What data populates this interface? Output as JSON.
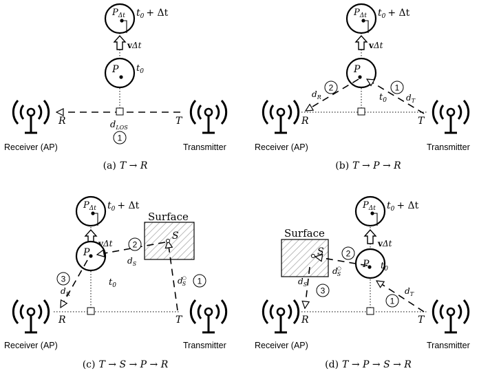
{
  "colors": {
    "ink": "#000000",
    "surface_hatch": "#bbbbbb",
    "background": "#ffffff"
  },
  "icons": [
    "antenna-icon",
    "arrow-icon",
    "point-marker"
  ],
  "common": {
    "receiver_label": "Receiver (AP)",
    "transmitter_label": "Transmitter",
    "P_dt": "P",
    "P_dt_sub": "Δt",
    "P": "P",
    "t0_dt": "t",
    "t0_dt_rest": "0",
    "t0_plus": "+ Δt",
    "vdt_bold": "v",
    "vdt_rest": "Δt",
    "t0": "t",
    "t0_sub": "0",
    "R": "R",
    "T": "T",
    "S": "S",
    "surface": "Surface"
  },
  "panels": {
    "a": {
      "caption_prefix": "(a)",
      "caption_math": "T → R",
      "d_los": "d",
      "d_los_sub": "LOS",
      "num1": "1"
    },
    "b": {
      "caption_prefix": "(b)",
      "caption_math": "T → P → R",
      "d_R": "d",
      "d_R_sub": "R",
      "d_T": "d",
      "d_T_sub": "T",
      "num1": "1",
      "num2": "2"
    },
    "c": {
      "caption_prefix": "(c)",
      "caption_math": "T → S → P → R",
      "d_R": "d",
      "d_R_sub": "R",
      "d_S": "d",
      "d_S_sub": "S",
      "d_So": "d",
      "d_So_sub": "S",
      "d_So_sup": "○",
      "num1": "1",
      "num2": "2",
      "num3": "3"
    },
    "d": {
      "caption_prefix": "(d)",
      "caption_math": "T → P → S → R",
      "d_T": "d",
      "d_T_sub": "T",
      "d_S": "d",
      "d_S_sub": "S",
      "d_So": "d",
      "d_So_sub": "S",
      "d_So_sup": "○",
      "num1": "1",
      "num2": "2",
      "num3": "3"
    }
  }
}
